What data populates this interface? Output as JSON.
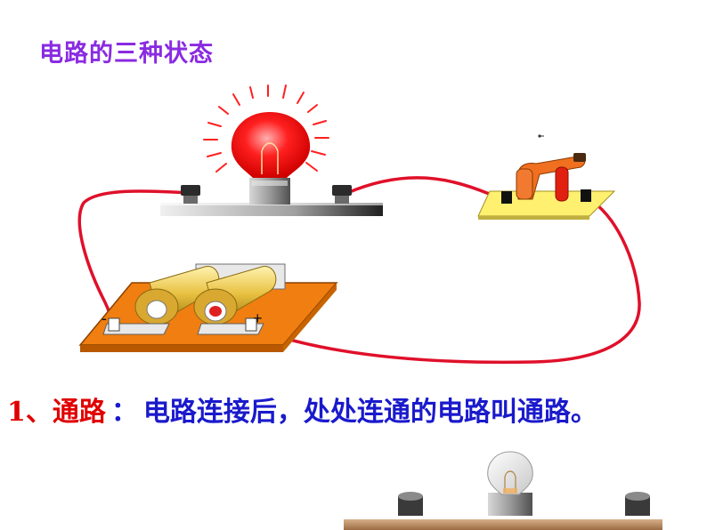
{
  "title": "电路的三种状态",
  "statement": {
    "number": "1、",
    "term": "通路",
    "separator": "：",
    "definition": "电路连接后，处处连通的电路叫通路。"
  },
  "battery": {
    "minus_symbol": "-",
    "plus_symbol": "+"
  },
  "colors": {
    "title": "#8a2be2",
    "term": "#e00000",
    "definition": "#1a1acc",
    "wire": "#e0102a",
    "bulb_lit": "#ff1a1a",
    "switch_base": "#fff070",
    "battery_base": "#f07e10",
    "cell": "#e8c040",
    "strip": "#c8a07a"
  },
  "icons": [
    "lit-bulb-icon",
    "knife-switch-icon",
    "battery-holder-icon",
    "unlit-bulb-icon"
  ]
}
